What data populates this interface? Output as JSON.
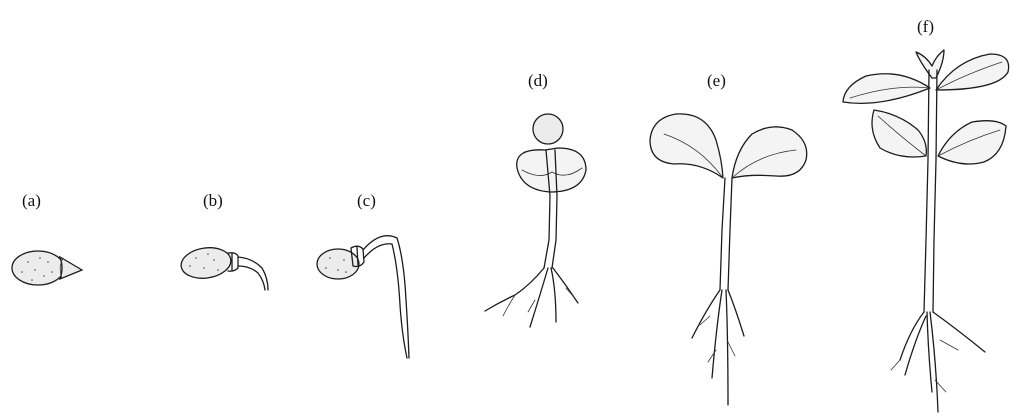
{
  "stages": [
    {
      "id": "a",
      "label": "(a)"
    },
    {
      "id": "b",
      "label": "(b)"
    },
    {
      "id": "c",
      "label": "(c)"
    },
    {
      "id": "d",
      "label": "(d)"
    },
    {
      "id": "e",
      "label": "(e)"
    },
    {
      "id": "f",
      "label": "(f)"
    }
  ]
}
